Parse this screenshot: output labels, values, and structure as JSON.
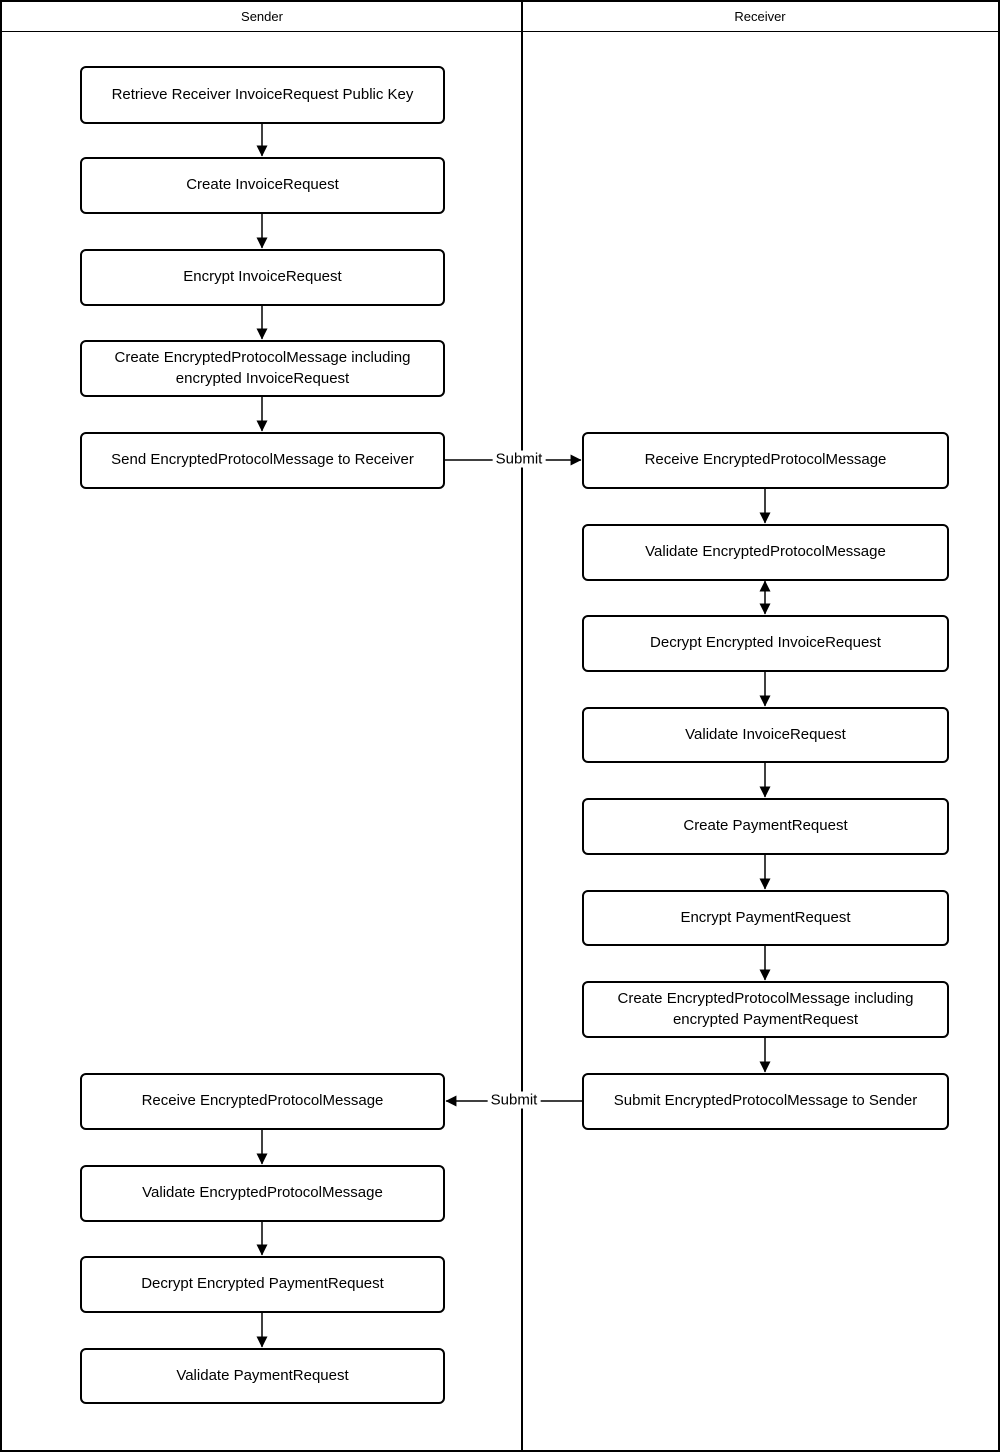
{
  "diagram": {
    "lanes": [
      {
        "id": "sender",
        "title": "Sender"
      },
      {
        "id": "receiver",
        "title": "Receiver"
      }
    ],
    "sender_flow_top": [
      {
        "label": "Retrieve Receiver InvoiceRequest Public Key"
      },
      {
        "label": "Create InvoiceRequest"
      },
      {
        "label": "Encrypt InvoiceRequest"
      },
      {
        "label": "Create EncryptedProtocolMessage including encrypted InvoiceRequest"
      },
      {
        "label": "Send EncryptedProtocolMessage to Receiver"
      }
    ],
    "receiver_flow": [
      {
        "label": "Receive EncryptedProtocolMessage"
      },
      {
        "label": "Validate EncryptedProtocolMessage"
      },
      {
        "label": "Decrypt Encrypted InvoiceRequest"
      },
      {
        "label": "Validate InvoiceRequest"
      },
      {
        "label": "Create PaymentRequest"
      },
      {
        "label": "Encrypt PaymentRequest"
      },
      {
        "label": "Create EncryptedProtocolMessage including encrypted PaymentRequest"
      },
      {
        "label": "Submit EncryptedProtocolMessage to Sender"
      }
    ],
    "sender_flow_bottom": [
      {
        "label": "Receive EncryptedProtocolMessage"
      },
      {
        "label": "Validate EncryptedProtocolMessage"
      },
      {
        "label": "Decrypt Encrypted PaymentRequest"
      },
      {
        "label": "Validate PaymentRequest"
      }
    ],
    "connectors": {
      "submit_to_receiver": "Submit",
      "submit_to_sender": "Submit"
    },
    "colors": {
      "stroke": "#000000",
      "background": "#ffffff"
    }
  }
}
